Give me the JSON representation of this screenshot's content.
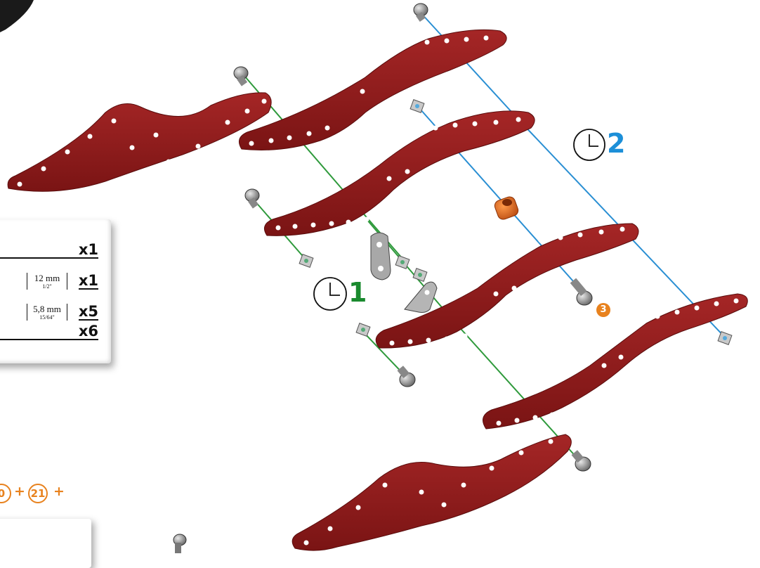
{
  "parts_list": {
    "rows": [
      {
        "size_main": "",
        "size_sub": "",
        "qty": "x1"
      },
      {
        "size_main": "12 mm",
        "size_sub": "1/2\"",
        "qty": "x1"
      },
      {
        "size_main": "5,8 mm",
        "size_sub": "15/64\"",
        "qty": "x5"
      },
      {
        "size_main": "",
        "size_sub": "",
        "qty": "x6"
      }
    ]
  },
  "steps": [
    {
      "number": "1",
      "color": "#1a8a2e"
    },
    {
      "number": "2",
      "color": "#1c8fd8"
    }
  ],
  "callout_3": "3",
  "next_refs": {
    "partial": "0",
    "ref": "21",
    "plus1": "+",
    "plus2": "+"
  },
  "colors": {
    "plate": "#8e1c1c",
    "green_line": "#2f9a3c",
    "blue_line": "#2a8fd3",
    "accent_orange": "#e8821e"
  },
  "icons": [
    "clock-icon",
    "screw-icon",
    "nut-icon",
    "spacer-icon",
    "bracket-icon"
  ]
}
